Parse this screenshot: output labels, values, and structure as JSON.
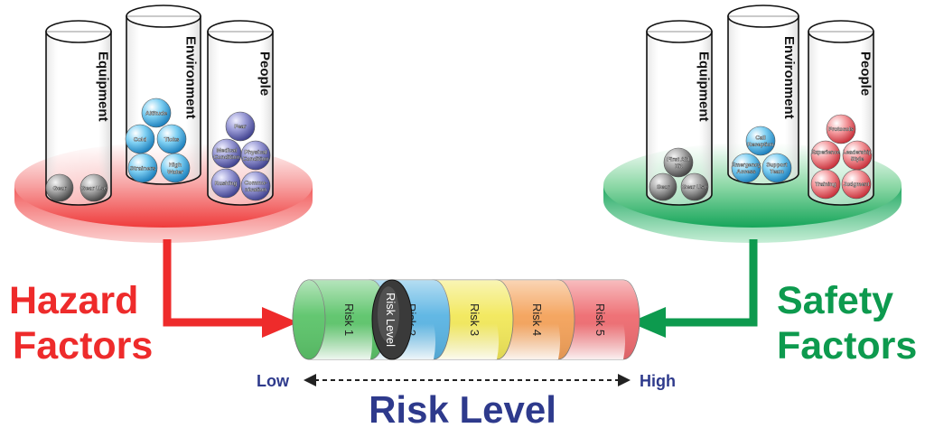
{
  "hazard": {
    "title_line1": "Hazard",
    "title_line2": "Factors",
    "color": "#ee2b2b",
    "cylinders": [
      {
        "label": "Equipment",
        "balls": [
          "Gear",
          "Gear Use"
        ]
      },
      {
        "label": "Environment",
        "balls": [
          "Altitude",
          "Cold",
          "Ticks",
          "Strainers",
          "High Water"
        ]
      },
      {
        "label": "People",
        "balls": [
          "Fear",
          "Medical Condition",
          "Physical Condition",
          "Rushing",
          "Commu-nication"
        ]
      }
    ]
  },
  "safety": {
    "title_line1": "Safety",
    "title_line2": "Factors",
    "color": "#0d9a4e",
    "cylinders": [
      {
        "label": "Equipment",
        "balls": [
          "First Aid Kit",
          "Gear",
          "Gear Use"
        ]
      },
      {
        "label": "Environment",
        "balls": [
          "Call Reception",
          "Emergency Access",
          "Support Team"
        ]
      },
      {
        "label": "People",
        "balls": [
          "Protocols",
          "Experience",
          "Leadership Style",
          "Training",
          "Judgment"
        ]
      }
    ]
  },
  "scale": {
    "segments": [
      "Risk 1",
      "Risk 2",
      "Risk 3",
      "Risk 4",
      "Risk 5"
    ],
    "segment_colors": [
      "#5cc46a",
      "#5ab4e3",
      "#f2e85a",
      "#f4a25a",
      "#ee6b70"
    ],
    "indicator": "Risk Level",
    "low": "Low",
    "high": "High",
    "caption": "Risk Level"
  }
}
